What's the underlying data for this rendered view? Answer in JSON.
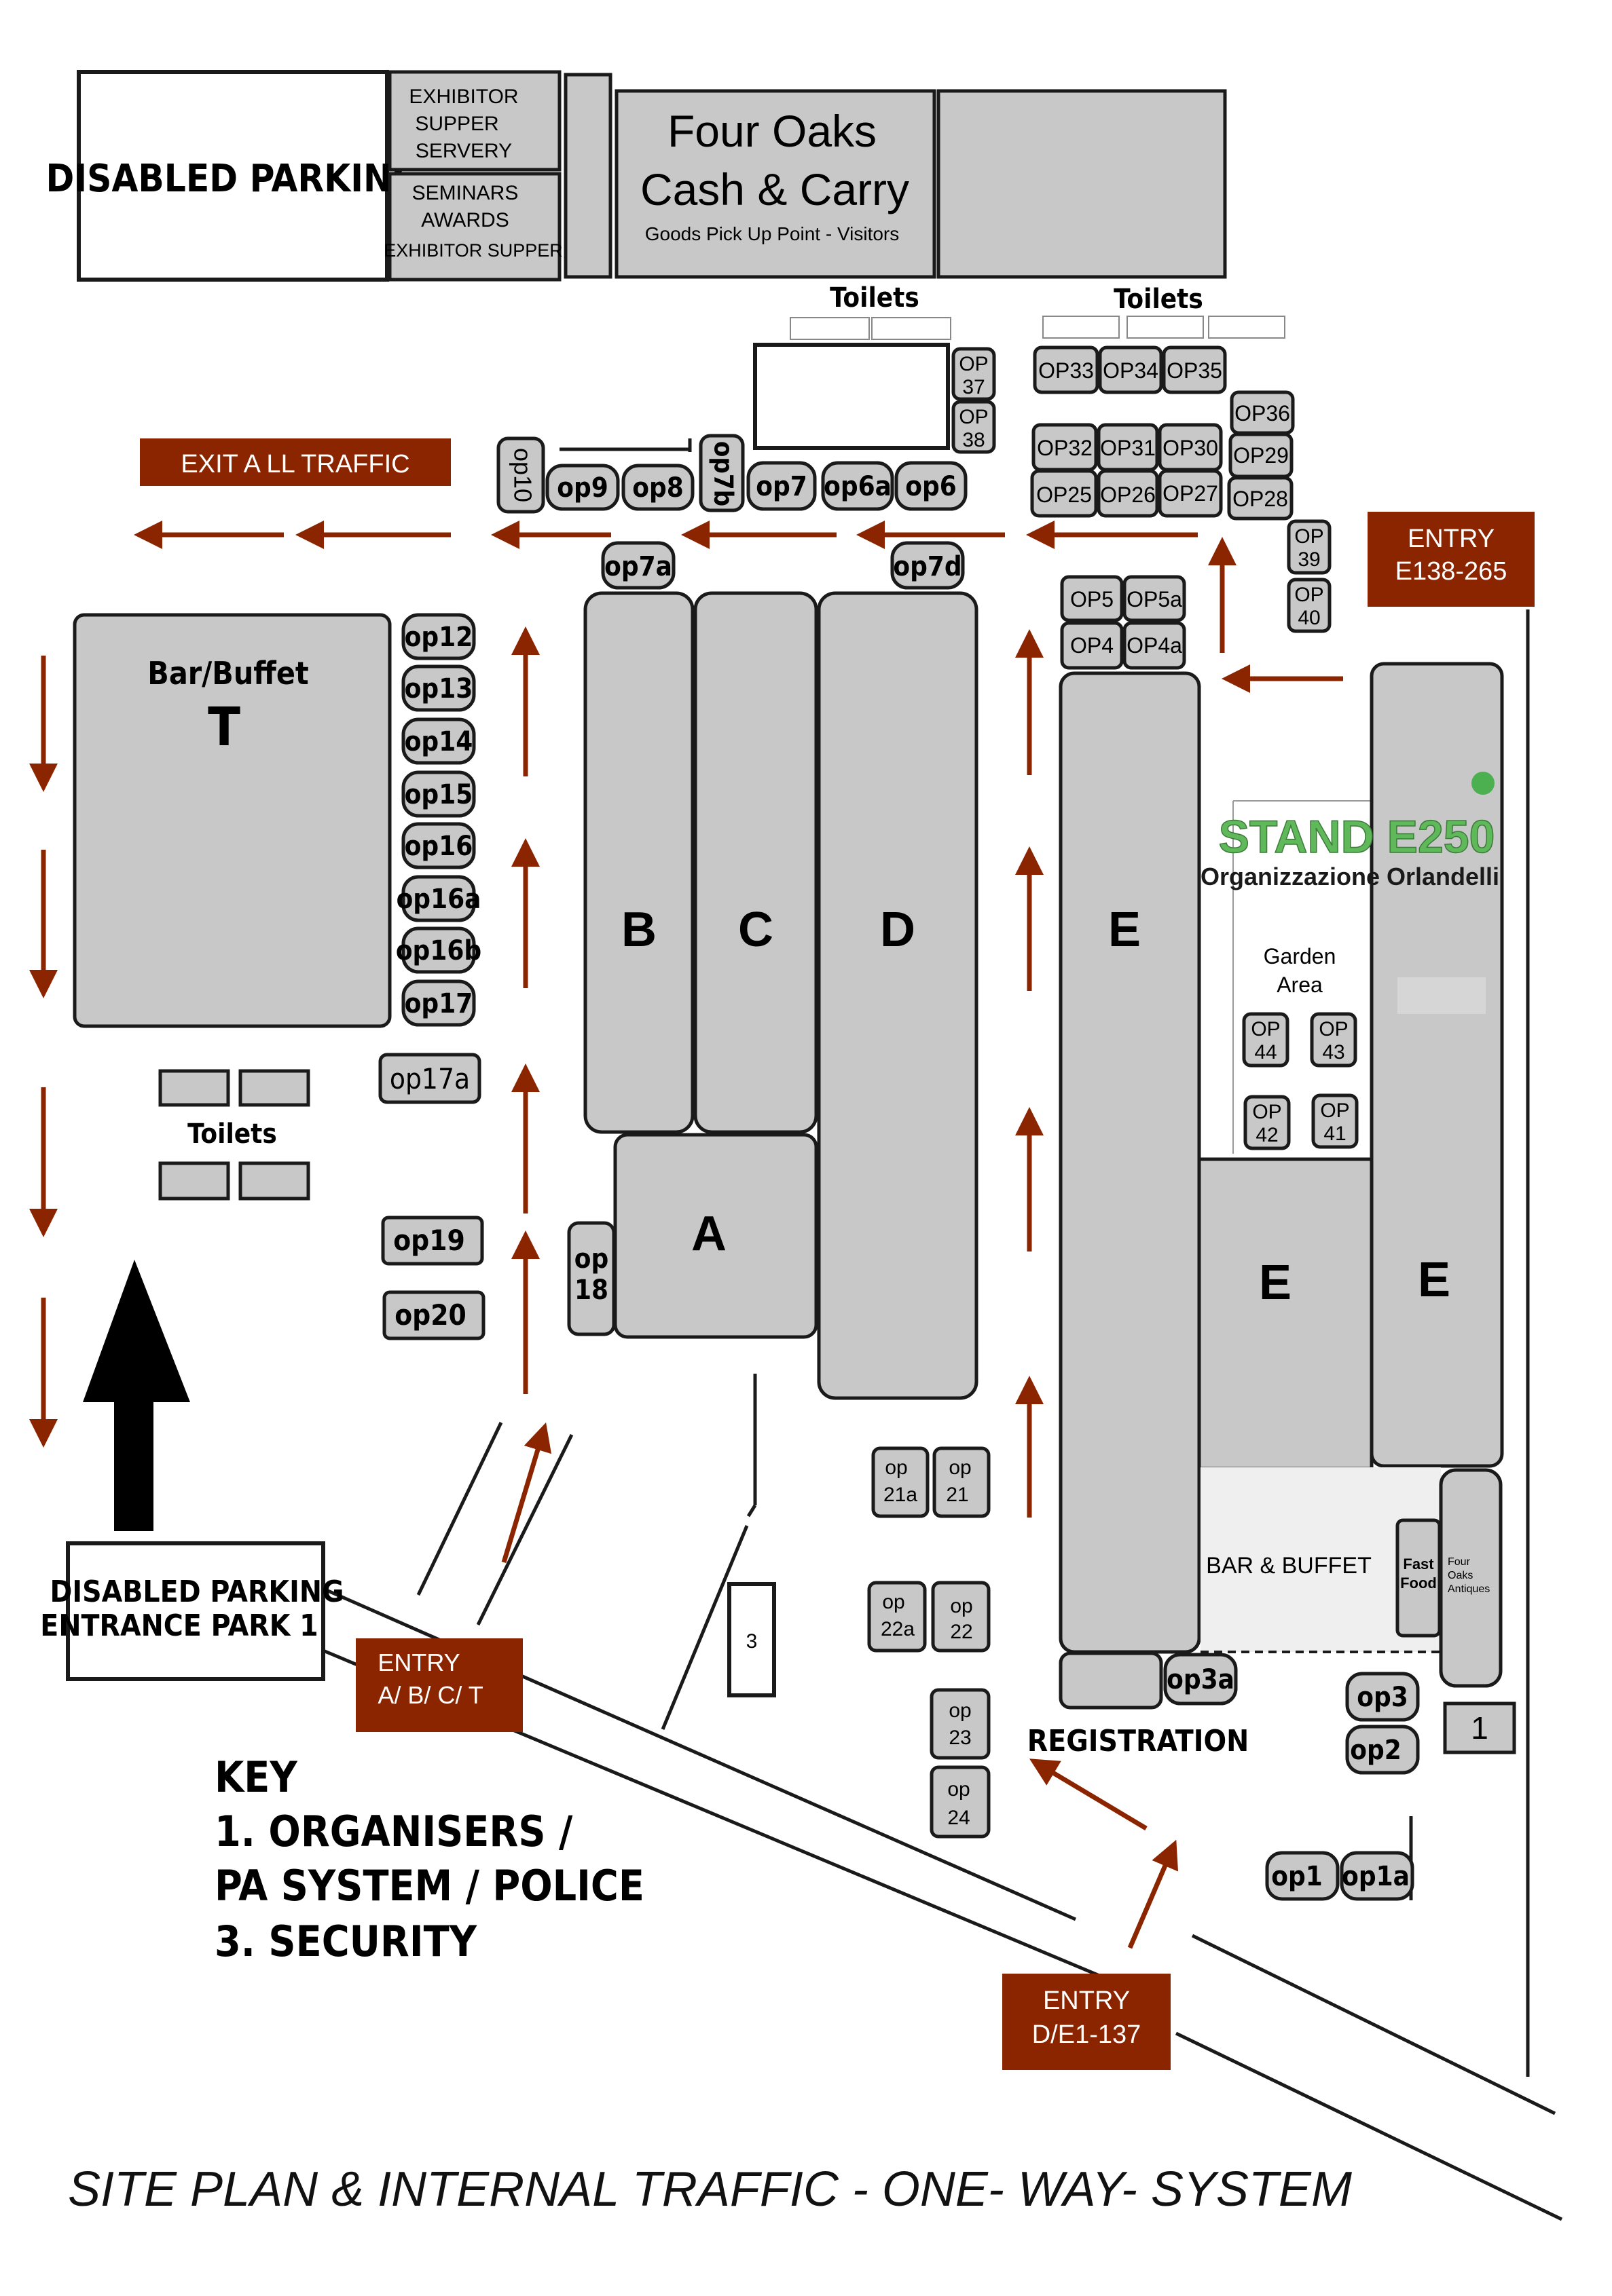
{
  "colors": {
    "building": "#c8c8c8",
    "traffic": "#8b2500",
    "stand": "#5fb85a",
    "outline": "#1a1a1a"
  },
  "top": {
    "disabled_parking": "DISABLED PARKING",
    "exhibitor_supper_1": "EXHIBITOR",
    "exhibitor_supper_2": "SUPPER",
    "exhibitor_supper_3": "SERVERY",
    "seminars_1": "SEMINARS",
    "seminars_2": "AWARDS",
    "seminars_3": "EXHIBITOR SUPPER",
    "cash_carry_1": "Four Oaks",
    "cash_carry_2": "Cash & Carry",
    "cash_carry_3": "Goods Pick Up Point - Visitors",
    "toilets_a": "Toilets",
    "toilets_b": "Toilets"
  },
  "traffic": {
    "exit": "EXIT A LL TRAFFIC",
    "entry_e_1": "ENTRY",
    "entry_e_2": "E138-265",
    "entry_abct_1": "ENTRY",
    "entry_abct_2": "A/ B/ C/ T",
    "entry_de_1": "ENTRY",
    "entry_de_2": "D/E1-137"
  },
  "halls": {
    "b": "B",
    "c": "C",
    "d": "D",
    "e_main": "E",
    "e_mid": "E",
    "e_right": "E",
    "a": "A",
    "bar_buffet_t_1": "Bar/Buffet",
    "bar_buffet_t_2": "T",
    "bar_buffet": "BAR & BUFFET",
    "fast_food_1": "Fast",
    "fast_food_2": "Food",
    "four_oaks_antiques_1": "Four",
    "four_oaks_antiques_2": "Oaks",
    "four_oaks_antiques_3": "Antiques",
    "garden_1": "Garden",
    "garden_2": "Area",
    "toilets_left": "Toilets"
  },
  "stand": {
    "name": "STAND E250",
    "company": "Organizzazione Orlandelli"
  },
  "open_stands": {
    "op37a": "OP",
    "op37b": "37",
    "op38a": "OP",
    "op38b": "38",
    "op33": "OP33",
    "op34": "OP34",
    "op35": "OP35",
    "op36": "OP36",
    "op32": "OP32",
    "op31": "OP31",
    "op30": "OP30",
    "op29": "OP29",
    "op25": "OP25",
    "op26": "OP26",
    "op27": "OP27",
    "op28": "OP28",
    "op39a": "OP",
    "op39b": "39",
    "op40a": "OP",
    "op40b": "40",
    "op10": "op10",
    "op9": "op9",
    "op8": "op8",
    "op7b": "op7b",
    "op7": "op7",
    "op6a": "op6a",
    "op6": "op6",
    "op7a": "op7a",
    "op7d": "op7d",
    "op5": "OP5",
    "op5a": "OP5a",
    "op4": "OP4",
    "op4a": "OP4a",
    "op12": "op12",
    "op13": "op13",
    "op14": "op14",
    "op15": "op15",
    "op16": "op16",
    "op16a": "op16a",
    "op16b": "op16b",
    "op17": "op17",
    "op17a": "op17a",
    "op19": "op19",
    "op20": "op20",
    "op18a": "op",
    "op18b": "18",
    "op44a": "OP",
    "op44b": "44",
    "op43a": "OP",
    "op43b": "43",
    "op42a": "OP",
    "op42b": "42",
    "op41a": "OP",
    "op41b": "41",
    "op21aa": "op",
    "op21ab": "21a",
    "op21a": "op",
    "op21b": "21",
    "op22aa": "op",
    "op22ab": "22a",
    "op22a": "op",
    "op22b": "22",
    "op23a": "op",
    "op23b": "23",
    "op24a": "op",
    "op24b": "24",
    "op3a": "op3a",
    "op3": "op3",
    "op2": "op2",
    "op1": "op1",
    "op1a": "op1a"
  },
  "misc": {
    "registration": "REGISTRATION",
    "marker_1": "1",
    "marker_3": "3",
    "disabled_park1_1": "DISABLED PARKING",
    "disabled_park1_2": "ENTRANCE PARK 1"
  },
  "key": {
    "title": "KEY",
    "line1": "1. ORGANISERS /",
    "line2": "PA SYSTEM / POLICE",
    "line3": "3. SECURITY"
  },
  "caption": "SITE PLAN & INTERNAL TRAFFIC - ONE- WAY- SYSTEM"
}
